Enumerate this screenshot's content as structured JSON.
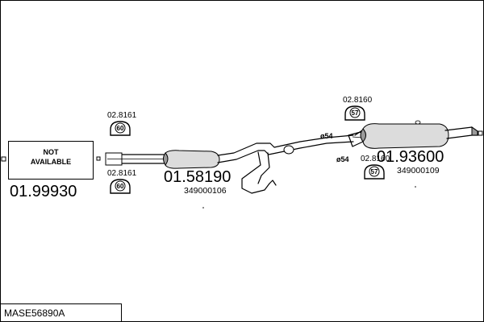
{
  "model_code": "MASE56890A",
  "parts": {
    "front_pipe": {
      "not_available_line1": "NOT",
      "not_available_line2": "AVAILABLE",
      "part_number": "01.99930"
    },
    "middle_muffler": {
      "part_number": "01.58190",
      "oe_number": "349000106"
    },
    "rear_muffler": {
      "part_number": "01.93600",
      "oe_number": "349000109"
    }
  },
  "hangers": {
    "top_mid": {
      "code": "02.8161",
      "size": "60"
    },
    "bottom_mid": {
      "code": "02.8161",
      "size": "60"
    },
    "top_rear": {
      "code": "02.8160",
      "size": "57"
    },
    "bottom_rear": {
      "code": "02.8160",
      "size": "57"
    }
  },
  "diameters": {
    "upper": "ø54",
    "lower": "ø54"
  }
}
